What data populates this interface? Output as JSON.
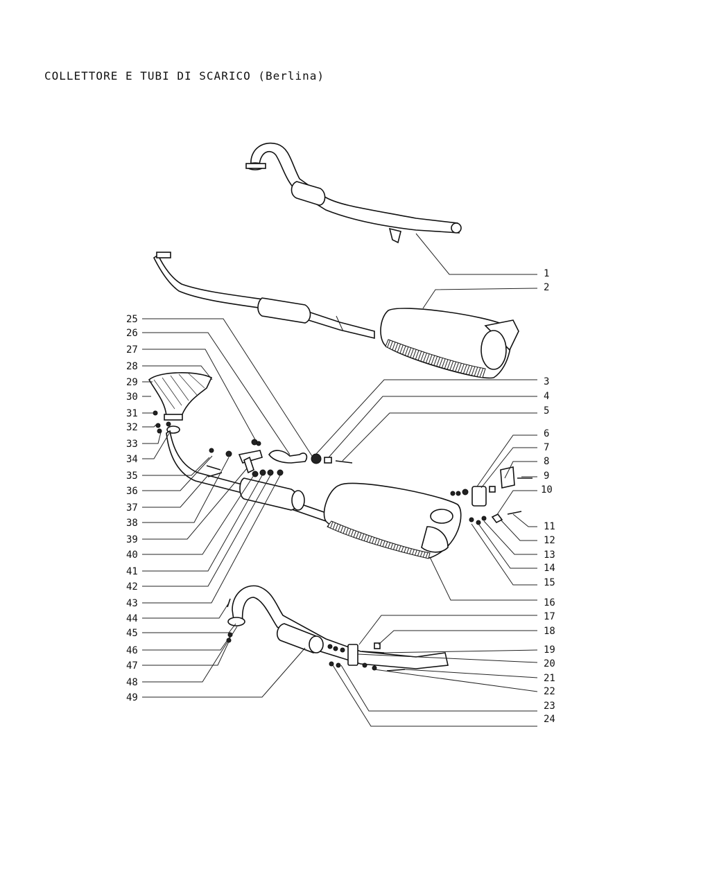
{
  "title": "COLLETTORE E TUBI DI SCARICO (Berlina)",
  "labels": [
    "1",
    "2",
    "3",
    "4",
    "5",
    "6",
    "7",
    "8",
    "9",
    "10",
    "11",
    "12",
    "13",
    "14",
    "15",
    "16",
    "17",
    "18",
    "19",
    "20",
    "21",
    "22",
    "23",
    "24",
    "25",
    "26",
    "27",
    "28",
    "29",
    "30",
    "31",
    "32",
    "33",
    "34",
    "35",
    "36",
    "37",
    "38",
    "39",
    "40",
    "41",
    "42",
    "43",
    "44",
    "45",
    "46",
    "47",
    "48",
    "49"
  ]
}
